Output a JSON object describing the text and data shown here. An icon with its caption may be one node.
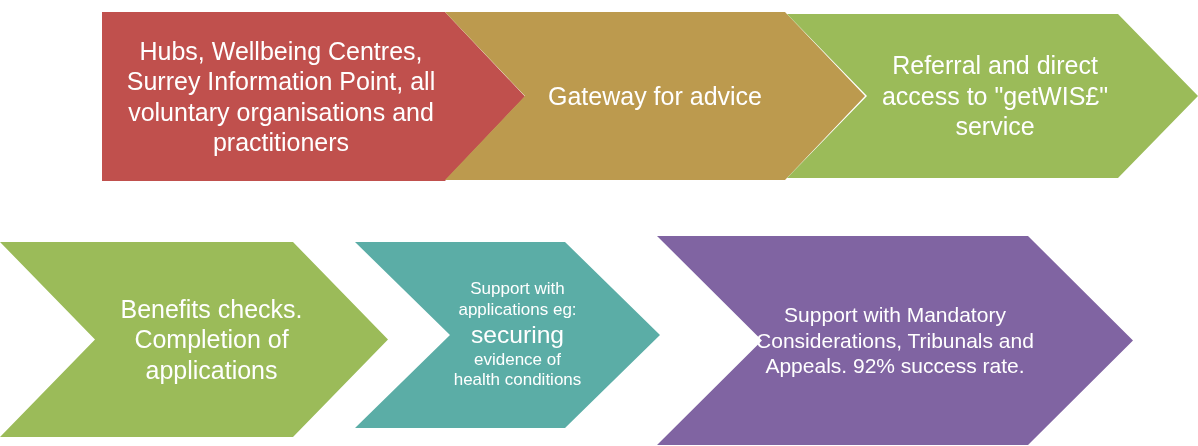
{
  "diagram": {
    "nodes": [
      {
        "text": [
          "Hubs, Wellbeing Centres, Surrey Information Point, all voluntary organisations and practitioners"
        ]
      },
      {
        "text": [
          "Gateway for advice"
        ]
      },
      {
        "text": [
          "Referral and direct access to \"getWIS£\" service"
        ]
      },
      {
        "text": [
          "Benefits checks. Completion of applications"
        ]
      },
      {
        "text": [
          "Support with applications eg:",
          "securing",
          "evidence of health conditions"
        ]
      },
      {
        "text": [
          "Support with Mandatory Considerations, Tribunals and Appeals. 92% success rate."
        ]
      }
    ]
  }
}
